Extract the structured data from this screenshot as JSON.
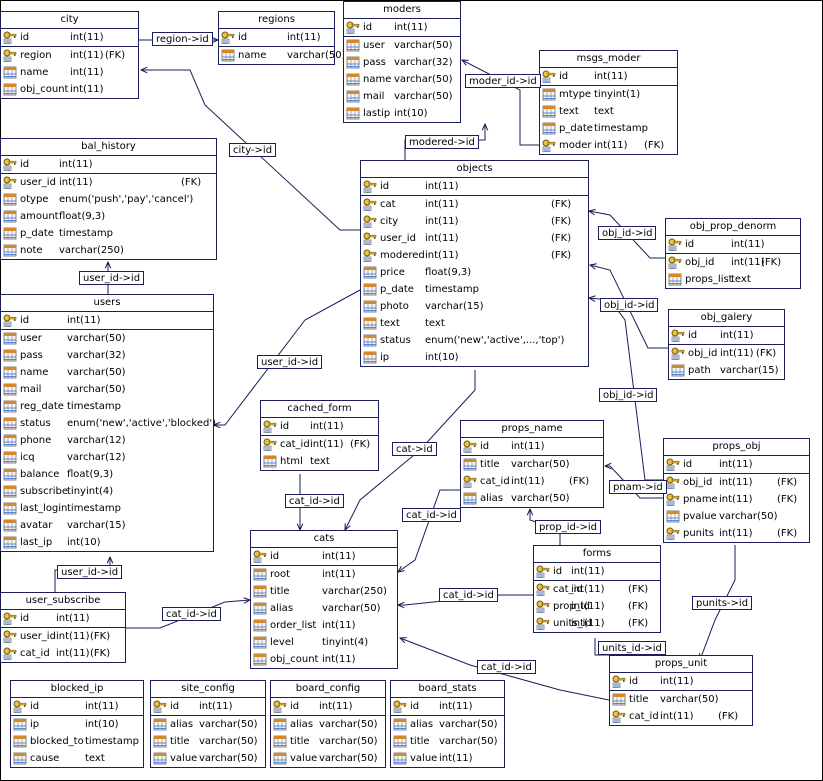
{
  "tables": [
    {
      "id": "city",
      "title": "city",
      "cols": [
        {
          "name": "id",
          "type": "int(11)",
          "fk": "",
          "key": true
        },
        {
          "name": "region",
          "type": "int(11)",
          "fk": "(FK)",
          "key": true
        },
        {
          "name": "name",
          "type": "int(11)",
          "fk": "",
          "key": false
        },
        {
          "name": "obj_count",
          "type": "int(11)",
          "fk": "",
          "key": false
        }
      ]
    },
    {
      "id": "regions",
      "title": "regions",
      "cols": [
        {
          "name": "id",
          "type": "int(11)",
          "fk": "",
          "key": true
        },
        {
          "name": "name",
          "type": "varchar(50)",
          "fk": "",
          "key": false
        }
      ]
    },
    {
      "id": "moders",
      "title": "moders",
      "cols": [
        {
          "name": "id",
          "type": "int(11)",
          "fk": "",
          "key": true
        },
        {
          "name": "user",
          "type": "varchar(50)",
          "fk": "",
          "key": false
        },
        {
          "name": "pass",
          "type": "varchar(32)",
          "fk": "",
          "key": false
        },
        {
          "name": "name",
          "type": "varchar(50)",
          "fk": "",
          "key": false
        },
        {
          "name": "mail",
          "type": "varchar(50)",
          "fk": "",
          "key": false
        },
        {
          "name": "lastip",
          "type": "int(10)",
          "fk": "",
          "key": false
        }
      ]
    },
    {
      "id": "msgs_moder",
      "title": "msgs_moder",
      "cols": [
        {
          "name": "id",
          "type": "int(11)",
          "fk": "",
          "key": true
        },
        {
          "name": "mtype",
          "type": "tinyint(1)",
          "fk": "",
          "key": false
        },
        {
          "name": "text",
          "type": "text",
          "fk": "",
          "key": false
        },
        {
          "name": "p_date",
          "type": "timestamp",
          "fk": "",
          "key": false
        },
        {
          "name": "moder",
          "type": "int(11)",
          "fk": "(FK)",
          "key": true
        }
      ]
    },
    {
      "id": "bal_history",
      "title": "bal_history",
      "cols": [
        {
          "name": "id",
          "type": "int(11)",
          "fk": "",
          "key": true
        },
        {
          "name": "user_id",
          "type": "int(11)",
          "fk": "(FK)",
          "key": true
        },
        {
          "name": "otype",
          "type": "enum('push','pay','cancel')",
          "fk": "",
          "key": false
        },
        {
          "name": "amount",
          "type": "float(9,3)",
          "fk": "",
          "key": false
        },
        {
          "name": "p_date",
          "type": "timestamp",
          "fk": "",
          "key": false
        },
        {
          "name": "note",
          "type": "varchar(250)",
          "fk": "",
          "key": false
        }
      ]
    },
    {
      "id": "objects",
      "title": "objects",
      "cols": [
        {
          "name": "id",
          "type": "int(11)",
          "fk": "",
          "key": true
        },
        {
          "name": "cat",
          "type": "int(11)",
          "fk": "(FK)",
          "key": true
        },
        {
          "name": "city",
          "type": "int(11)",
          "fk": "(FK)",
          "key": true
        },
        {
          "name": "user_id",
          "type": "int(11)",
          "fk": "(FK)",
          "key": true
        },
        {
          "name": "modered",
          "type": "int(11)",
          "fk": "(FK)",
          "key": true
        },
        {
          "name": "price",
          "type": "float(9,3)",
          "fk": "",
          "key": false
        },
        {
          "name": "p_date",
          "type": "timestamp",
          "fk": "",
          "key": false
        },
        {
          "name": "photo",
          "type": "varchar(15)",
          "fk": "",
          "key": false
        },
        {
          "name": "text",
          "type": "text",
          "fk": "",
          "key": false
        },
        {
          "name": "status",
          "type": "enum('new','active',...,'top')",
          "fk": "",
          "key": false
        },
        {
          "name": "ip",
          "type": "int(10)",
          "fk": "",
          "key": false
        }
      ]
    },
    {
      "id": "obj_prop_denorm",
      "title": "obj_prop_denorm",
      "cols": [
        {
          "name": "id",
          "type": "int(11)",
          "fk": "",
          "key": true
        },
        {
          "name": "obj_id",
          "type": "int(11)",
          "fk": "(FK)",
          "key": true
        },
        {
          "name": "props_list",
          "type": "text",
          "fk": "",
          "key": false
        }
      ]
    },
    {
      "id": "users",
      "title": "users",
      "cols": [
        {
          "name": "id",
          "type": "int(11)",
          "fk": "",
          "key": true
        },
        {
          "name": "user",
          "type": "varchar(50)",
          "fk": "",
          "key": false
        },
        {
          "name": "pass",
          "type": "varchar(32)",
          "fk": "",
          "key": false
        },
        {
          "name": "name",
          "type": "varchar(50)",
          "fk": "",
          "key": false
        },
        {
          "name": "mail",
          "type": "varchar(50)",
          "fk": "",
          "key": false
        },
        {
          "name": "reg_date",
          "type": "timestamp",
          "fk": "",
          "key": false
        },
        {
          "name": "status",
          "type": "enum('new','active','blocked')",
          "fk": "",
          "key": false
        },
        {
          "name": "phone",
          "type": "varchar(12)",
          "fk": "",
          "key": false
        },
        {
          "name": "icq",
          "type": "varchar(12)",
          "fk": "",
          "key": false
        },
        {
          "name": "balance",
          "type": "float(9,3)",
          "fk": "",
          "key": false
        },
        {
          "name": "subscribe",
          "type": "tinyint(4)",
          "fk": "",
          "key": false
        },
        {
          "name": "last_login",
          "type": "timestamp",
          "fk": "",
          "key": false
        },
        {
          "name": "avatar",
          "type": "varchar(15)",
          "fk": "",
          "key": false
        },
        {
          "name": "last_ip",
          "type": "int(10)",
          "fk": "",
          "key": false
        }
      ]
    },
    {
      "id": "obj_galery",
      "title": "obj_galery",
      "cols": [
        {
          "name": "id",
          "type": "int(11)",
          "fk": "",
          "key": true
        },
        {
          "name": "obj_id",
          "type": "int(11)",
          "fk": "(FK)",
          "key": true
        },
        {
          "name": "path",
          "type": "varchar(15)",
          "fk": "",
          "key": false
        }
      ]
    },
    {
      "id": "cached_form",
      "title": "cached_form",
      "cols": [
        {
          "name": "id",
          "type": "int(11)",
          "fk": "",
          "key": true
        },
        {
          "name": "cat_id",
          "type": "int(11)",
          "fk": "(FK)",
          "key": true
        },
        {
          "name": "html",
          "type": "text",
          "fk": "",
          "key": false
        }
      ]
    },
    {
      "id": "props_name",
      "title": "props_name",
      "cols": [
        {
          "name": "id",
          "type": "int(11)",
          "fk": "",
          "key": true
        },
        {
          "name": "title",
          "type": "varchar(50)",
          "fk": "",
          "key": false
        },
        {
          "name": "cat_id",
          "type": "int(11)",
          "fk": "(FK)",
          "key": true
        },
        {
          "name": "alias",
          "type": "varchar(50)",
          "fk": "",
          "key": false
        }
      ]
    },
    {
      "id": "props_obj",
      "title": "props_obj",
      "cols": [
        {
          "name": "id",
          "type": "int(11)",
          "fk": "",
          "key": true
        },
        {
          "name": "obj_id",
          "type": "int(11)",
          "fk": "(FK)",
          "key": true
        },
        {
          "name": "pname",
          "type": "int(11)",
          "fk": "(FK)",
          "key": true
        },
        {
          "name": "pvalue",
          "type": "varchar(50)",
          "fk": "",
          "key": false
        },
        {
          "name": "punits",
          "type": "int(11)",
          "fk": "(FK)",
          "key": true
        }
      ]
    },
    {
      "id": "cats",
      "title": "cats",
      "cols": [
        {
          "name": "id",
          "type": "int(11)",
          "fk": "",
          "key": true
        },
        {
          "name": "root",
          "type": "int(11)",
          "fk": "",
          "key": false
        },
        {
          "name": "title",
          "type": "varchar(250)",
          "fk": "",
          "key": false
        },
        {
          "name": "alias",
          "type": "varchar(50)",
          "fk": "",
          "key": false
        },
        {
          "name": "order_list",
          "type": "int(11)",
          "fk": "",
          "key": false
        },
        {
          "name": "level",
          "type": "tinyint(4)",
          "fk": "",
          "key": false
        },
        {
          "name": "obj_count",
          "type": "int(11)",
          "fk": "",
          "key": false
        }
      ]
    },
    {
      "id": "forms",
      "title": "forms",
      "cols": [
        {
          "name": "id",
          "type": "int(11)",
          "fk": "",
          "key": true
        },
        {
          "name": "cat_id",
          "type": "int(11)",
          "fk": "(FK)",
          "key": true
        },
        {
          "name": "prop_id",
          "type": "int(11)",
          "fk": "(FK)",
          "key": true
        },
        {
          "name": "units_id",
          "type": "int(11)",
          "fk": "(FK)",
          "key": true
        }
      ]
    },
    {
      "id": "user_subscribe",
      "title": "user_subscribe",
      "cols": [
        {
          "name": "id",
          "type": "int(11)",
          "fk": "",
          "key": true
        },
        {
          "name": "user_id",
          "type": "int(11)",
          "fk": "(FK)",
          "key": true
        },
        {
          "name": "cat_id",
          "type": "int(11)",
          "fk": "(FK)",
          "key": true
        }
      ]
    },
    {
      "id": "props_unit",
      "title": "props_unit",
      "cols": [
        {
          "name": "id",
          "type": "int(11)",
          "fk": "",
          "key": true
        },
        {
          "name": "title",
          "type": "varchar(50)",
          "fk": "",
          "key": false
        },
        {
          "name": "cat_id",
          "type": "int(11)",
          "fk": "(FK)",
          "key": true
        }
      ]
    },
    {
      "id": "blocked_ip",
      "title": "blocked_ip",
      "cols": [
        {
          "name": "id",
          "type": "int(11)",
          "fk": "",
          "key": true
        },
        {
          "name": "ip",
          "type": "int(10)",
          "fk": "",
          "key": false
        },
        {
          "name": "blocked_to",
          "type": "timestamp",
          "fk": "",
          "key": false
        },
        {
          "name": "cause",
          "type": "text",
          "fk": "",
          "key": false
        }
      ]
    },
    {
      "id": "site_config",
      "title": "site_config",
      "cols": [
        {
          "name": "id",
          "type": "int(11)",
          "fk": "",
          "key": true
        },
        {
          "name": "alias",
          "type": "varchar(50)",
          "fk": "",
          "key": false
        },
        {
          "name": "title",
          "type": "varchar(50)",
          "fk": "",
          "key": false
        },
        {
          "name": "value",
          "type": "varchar(50)",
          "fk": "",
          "key": false
        }
      ]
    },
    {
      "id": "board_config",
      "title": "board_config",
      "cols": [
        {
          "name": "id",
          "type": "int(11)",
          "fk": "",
          "key": true
        },
        {
          "name": "alias",
          "type": "varchar(50)",
          "fk": "",
          "key": false
        },
        {
          "name": "title",
          "type": "varchar(50)",
          "fk": "",
          "key": false
        },
        {
          "name": "value",
          "type": "varchar(50)",
          "fk": "",
          "key": false
        }
      ]
    },
    {
      "id": "board_stats",
      "title": "board_stats",
      "cols": [
        {
          "name": "id",
          "type": "int(11)",
          "fk": "",
          "key": true
        },
        {
          "name": "alias",
          "type": "varchar(50)",
          "fk": "",
          "key": false
        },
        {
          "name": "title",
          "type": "varchar(50)",
          "fk": "",
          "key": false
        },
        {
          "name": "value",
          "type": "int(11)",
          "fk": "",
          "key": false
        }
      ]
    }
  ],
  "relations": [
    {
      "id": "r_region",
      "label": "region->id"
    },
    {
      "id": "r_city",
      "label": "city->id"
    },
    {
      "id": "r_modered",
      "label": "modered->id"
    },
    {
      "id": "r_moder",
      "label": "moder_id->id"
    },
    {
      "id": "r_userbal",
      "label": "user_id->id"
    },
    {
      "id": "r_userobj",
      "label": "user_id->id"
    },
    {
      "id": "r_objdenorm",
      "label": "obj_id->id"
    },
    {
      "id": "r_objgal",
      "label": "obj_id->id"
    },
    {
      "id": "r_objprops",
      "label": "obj_id->id"
    },
    {
      "id": "r_catobj",
      "label": "cat->id"
    },
    {
      "id": "r_catcached",
      "label": "cat_id->id"
    },
    {
      "id": "r_catprops",
      "label": "cat_id->id"
    },
    {
      "id": "r_pnam",
      "label": "pnam->id"
    },
    {
      "id": "r_propid",
      "label": "prop_id->id"
    },
    {
      "id": "r_catforms",
      "label": "cat_id->id"
    },
    {
      "id": "r_catsub",
      "label": "cat_id->id"
    },
    {
      "id": "r_usersub",
      "label": "user_id->id"
    },
    {
      "id": "r_unitsid",
      "label": "units_id->id"
    },
    {
      "id": "r_punits",
      "label": "punits->id"
    },
    {
      "id": "r_catunit",
      "label": "cat_id->id"
    }
  ]
}
